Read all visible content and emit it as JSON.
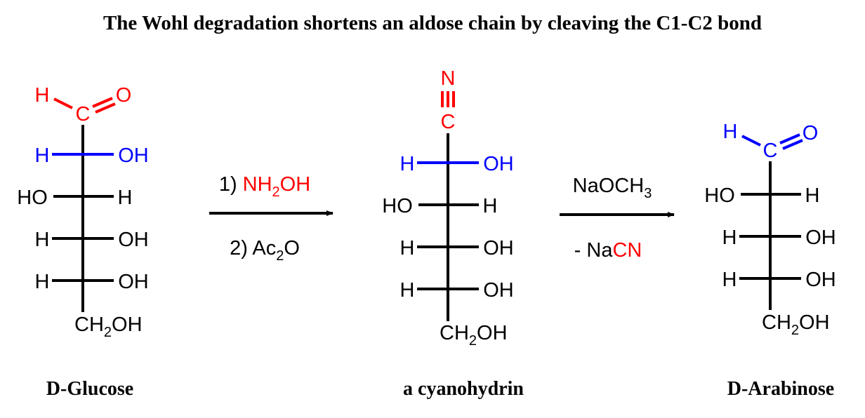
{
  "title": "The Wohl degradation shortens an aldose chain by cleaving the C1-C2 bond",
  "colors": {
    "highlight_red": "#ff0000",
    "highlight_blue": "#0000ff",
    "text": "#000000"
  },
  "glucose": {
    "name": "D-Glucose",
    "aldehyde": {
      "h": "H",
      "c": "C",
      "o": "O"
    },
    "rows": [
      {
        "left": "H",
        "right": "OH"
      },
      {
        "left": "HO",
        "right": "H"
      },
      {
        "left": "H",
        "right": "OH"
      },
      {
        "left": "H",
        "right": "OH"
      }
    ],
    "bottom": {
      "a": "CH",
      "sub": "2",
      "b": "OH"
    }
  },
  "step1": {
    "reagent1": {
      "num": "1) ",
      "a": "NH",
      "sub": "2",
      "b": "OH"
    },
    "reagent2": {
      "num": "2) Ac",
      "sub": "2",
      "b": "O"
    }
  },
  "cyanohydrin": {
    "name": "a cyanohydrin",
    "nitrile": {
      "n": "N",
      "c": "C"
    },
    "rows": [
      {
        "left": "H",
        "right": "OH"
      },
      {
        "left": "HO",
        "right": "H"
      },
      {
        "left": "H",
        "right": "OH"
      },
      {
        "left": "H",
        "right": "OH"
      }
    ],
    "bottom": {
      "a": "CH",
      "sub": "2",
      "b": "OH"
    }
  },
  "step2": {
    "reagent1": {
      "a": "NaOCH",
      "sub": "3"
    },
    "reagent2": {
      "a": "- Na",
      "b": "CN"
    }
  },
  "arabinose": {
    "name": "D-Arabinose",
    "aldehyde": {
      "h": "H",
      "c": "C",
      "o": "O"
    },
    "rows": [
      {
        "left": "HO",
        "right": "H"
      },
      {
        "left": "H",
        "right": "OH"
      },
      {
        "left": "H",
        "right": "OH"
      }
    ],
    "bottom": {
      "a": "CH",
      "sub": "2",
      "b": "OH"
    }
  }
}
